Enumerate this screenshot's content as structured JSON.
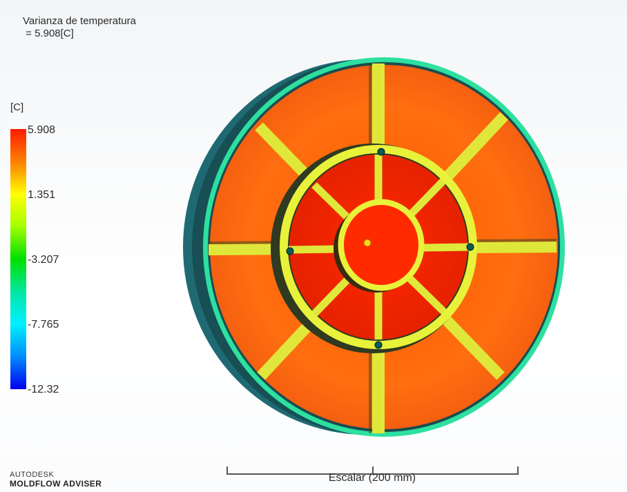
{
  "result": {
    "title_line1": "Varianza de temperatura",
    "title_line2": " = 5.908[C]"
  },
  "legend": {
    "unit": "[C]",
    "ticks": [
      "5.908",
      "1.351",
      "-3.207",
      "-7.765",
      "-12.32"
    ]
  },
  "scale_bar": {
    "label": "Escalar (200 mm)"
  },
  "branding": {
    "company": "AUTODESK",
    "product": "MOLDFLOW ADVISER"
  },
  "colors": {
    "hot": "#ff2a00",
    "warm": "#ff7a10",
    "rib": "#e6f23a",
    "rim": "#2de0a0",
    "shell": "#1f6a72"
  }
}
